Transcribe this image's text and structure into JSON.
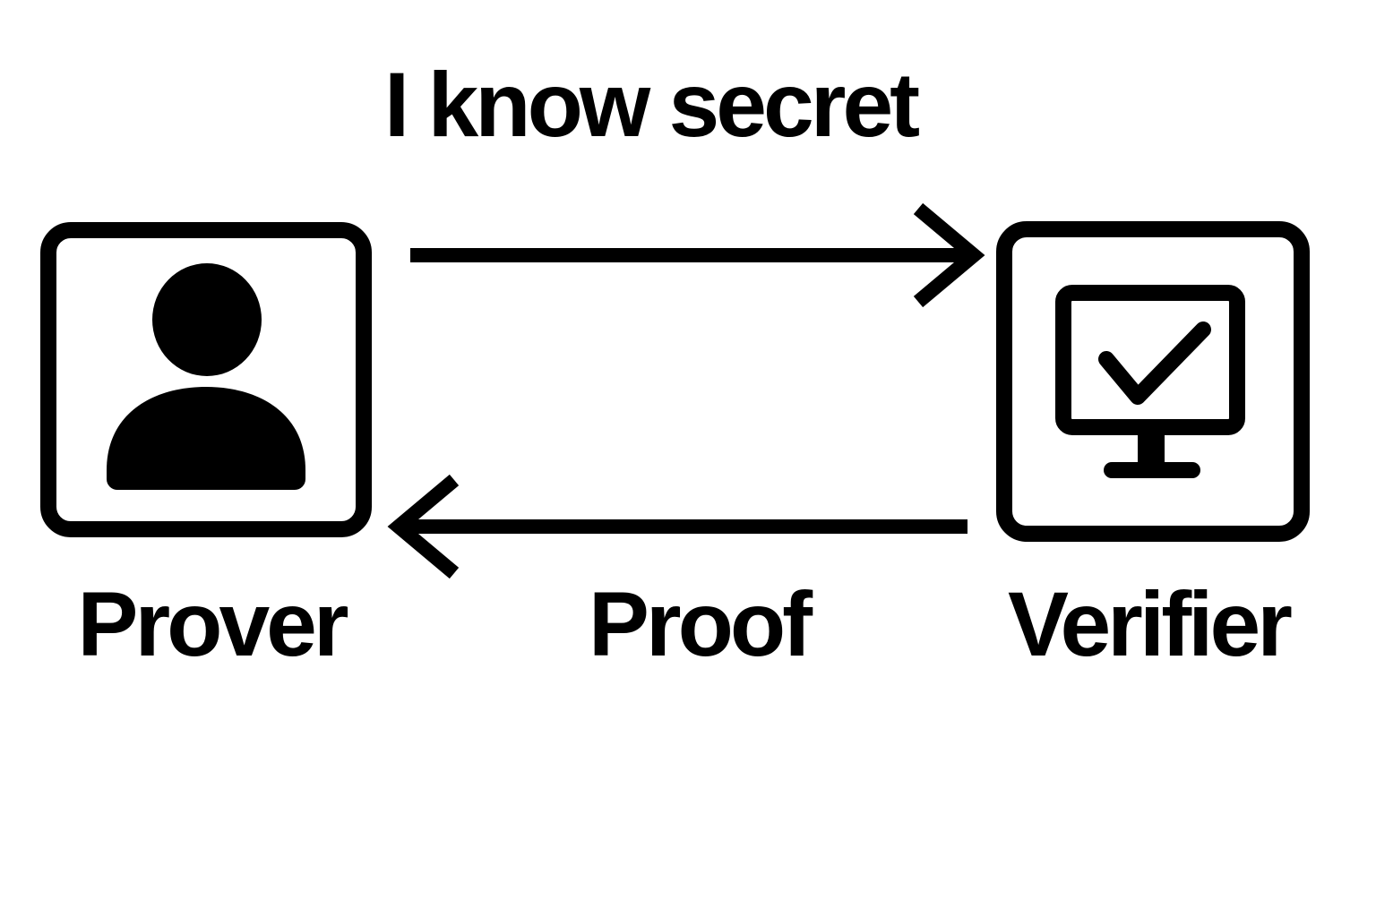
{
  "nodes": [
    {
      "id": "prover",
      "label": "Prover",
      "icon": "person-icon",
      "shape": "rounded-square"
    },
    {
      "id": "verifier",
      "label": "Verifier",
      "icon": "monitor-check-icon",
      "shape": "rounded-square"
    }
  ],
  "arrows": [
    {
      "from": "prover",
      "to": "verifier",
      "direction": "right",
      "label": "I know secret"
    },
    {
      "from": "verifier",
      "to": "prover",
      "direction": "left",
      "label": "Proof"
    }
  ],
  "colors": {
    "ink": "#000000",
    "background": "#ffffff"
  }
}
